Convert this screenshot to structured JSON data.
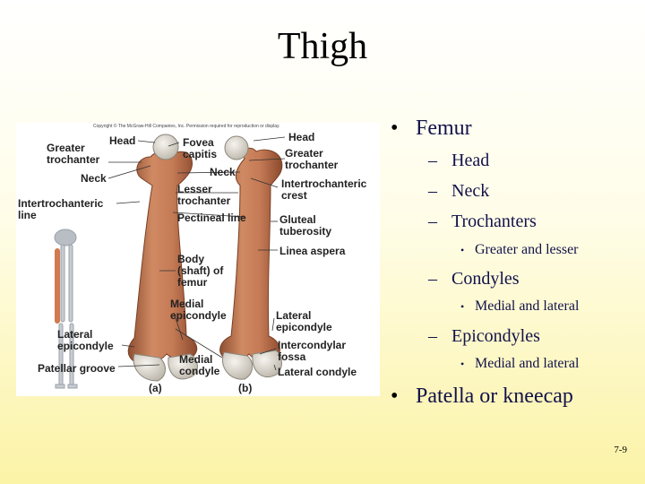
{
  "slide": {
    "title": "Thigh",
    "page_number": "7-9"
  },
  "figure": {
    "copyright": "Copyright © The McGraw-Hill Companies, Inc. Permission required for reproduction or display.",
    "labels": {
      "head_a": "Head",
      "greater_trochanter_a": "Greater\ntrochanter",
      "neck_a": "Neck",
      "intertrochanteric_line": "Intertrochanteric\nline",
      "fovea_capitis": "Fovea\ncapitis",
      "neck_mid": "Neck",
      "lesser_trochanter": "Lesser\ntrochanter",
      "pectineal_line": "Pectineal line",
      "body_shaft": "Body\n(shaft) of\nfemur",
      "medial_epicondyle": "Medial\nepicondyle",
      "lateral_epicondyle_a": "Lateral\nepicondyle",
      "patellar_groove": "Patellar groove",
      "medial_condyle": "Medial\ncondyle",
      "head_b": "Head",
      "greater_trochanter_b": "Greater\ntrochanter",
      "intertrochanteric_crest": "Intertrochanteric\ncrest",
      "gluteal_tuberosity": "Gluteal\ntuberosity",
      "linea_aspera": "Linea aspera",
      "lateral_epicondyle_b": "Lateral\nepicondyle",
      "intercondylar_fossa": "Intercondylar\nfossa",
      "lateral_condyle": "Lateral condyle",
      "view_a": "(a)",
      "view_b": "(b)"
    }
  },
  "bullets": {
    "femur": "Femur",
    "head": "Head",
    "neck": "Neck",
    "trochanters": "Trochanters",
    "trochanters_sub": "Greater and lesser",
    "condyles": "Condyles",
    "condyles_sub": "Medial and lateral",
    "epicondyles": "Epicondyles",
    "epicondyles_sub": "Medial and lateral",
    "patella": "Patella or kneecap"
  },
  "colors": {
    "bone": "#c47a55",
    "bone_dark": "#8e4f32",
    "cartilage": "#e6e2da",
    "bullet_text": "#12124a"
  }
}
